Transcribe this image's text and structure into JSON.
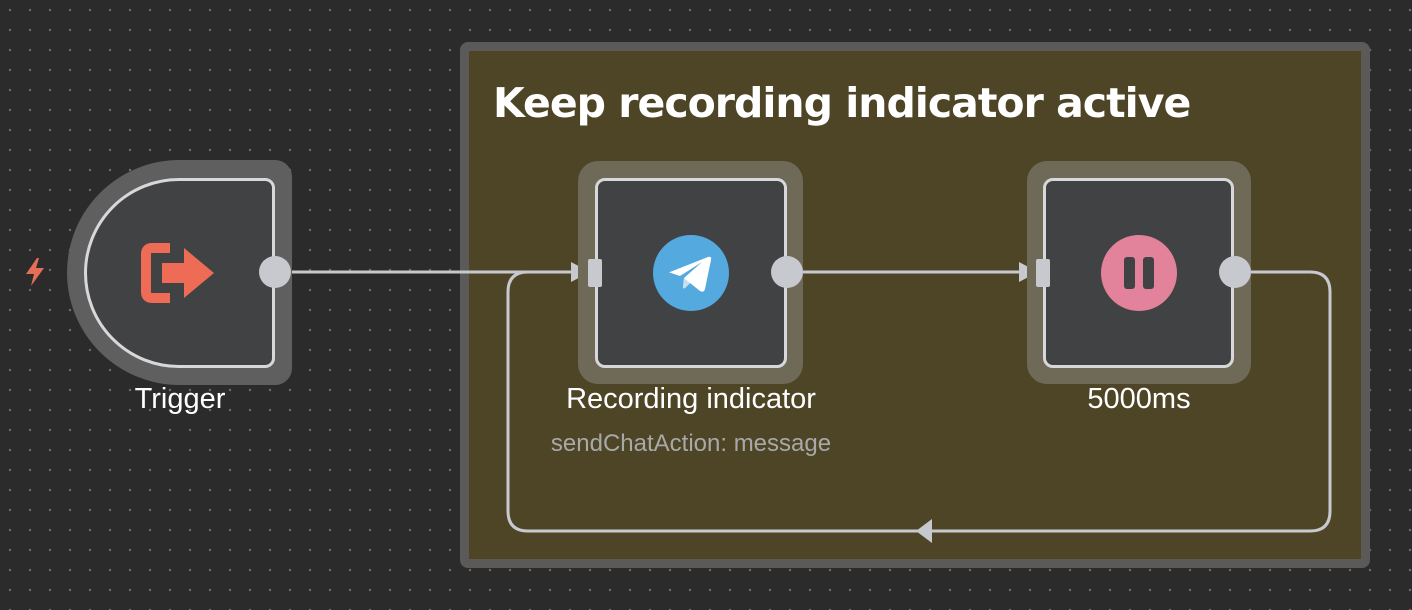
{
  "sticky_note": {
    "title": "Keep recording indicator active",
    "color": "#4e4527"
  },
  "nodes": [
    {
      "id": "trigger",
      "label": "Trigger",
      "subtitle": "",
      "icon": "sign-out-arrow-icon",
      "icon_color": "#ee6b55",
      "kind": "trigger"
    },
    {
      "id": "recording-indicator",
      "label": "Recording indicator",
      "subtitle": "sendChatAction: message",
      "icon": "telegram-icon",
      "icon_color": "#54a9df"
    },
    {
      "id": "wait",
      "label": "5000ms",
      "subtitle": "",
      "icon": "pause-icon",
      "icon_color": "#e2829b"
    }
  ],
  "connections": [
    {
      "from": "trigger",
      "to": "recording-indicator"
    },
    {
      "from": "recording-indicator",
      "to": "wait"
    },
    {
      "from": "wait",
      "to": "recording-indicator"
    }
  ],
  "colors": {
    "canvas_background": "#2b2b2b",
    "node_background": "#414244",
    "node_border": "#d8d8db",
    "connector": "#c8c9cf",
    "trigger_bolt": "#e56e58"
  }
}
